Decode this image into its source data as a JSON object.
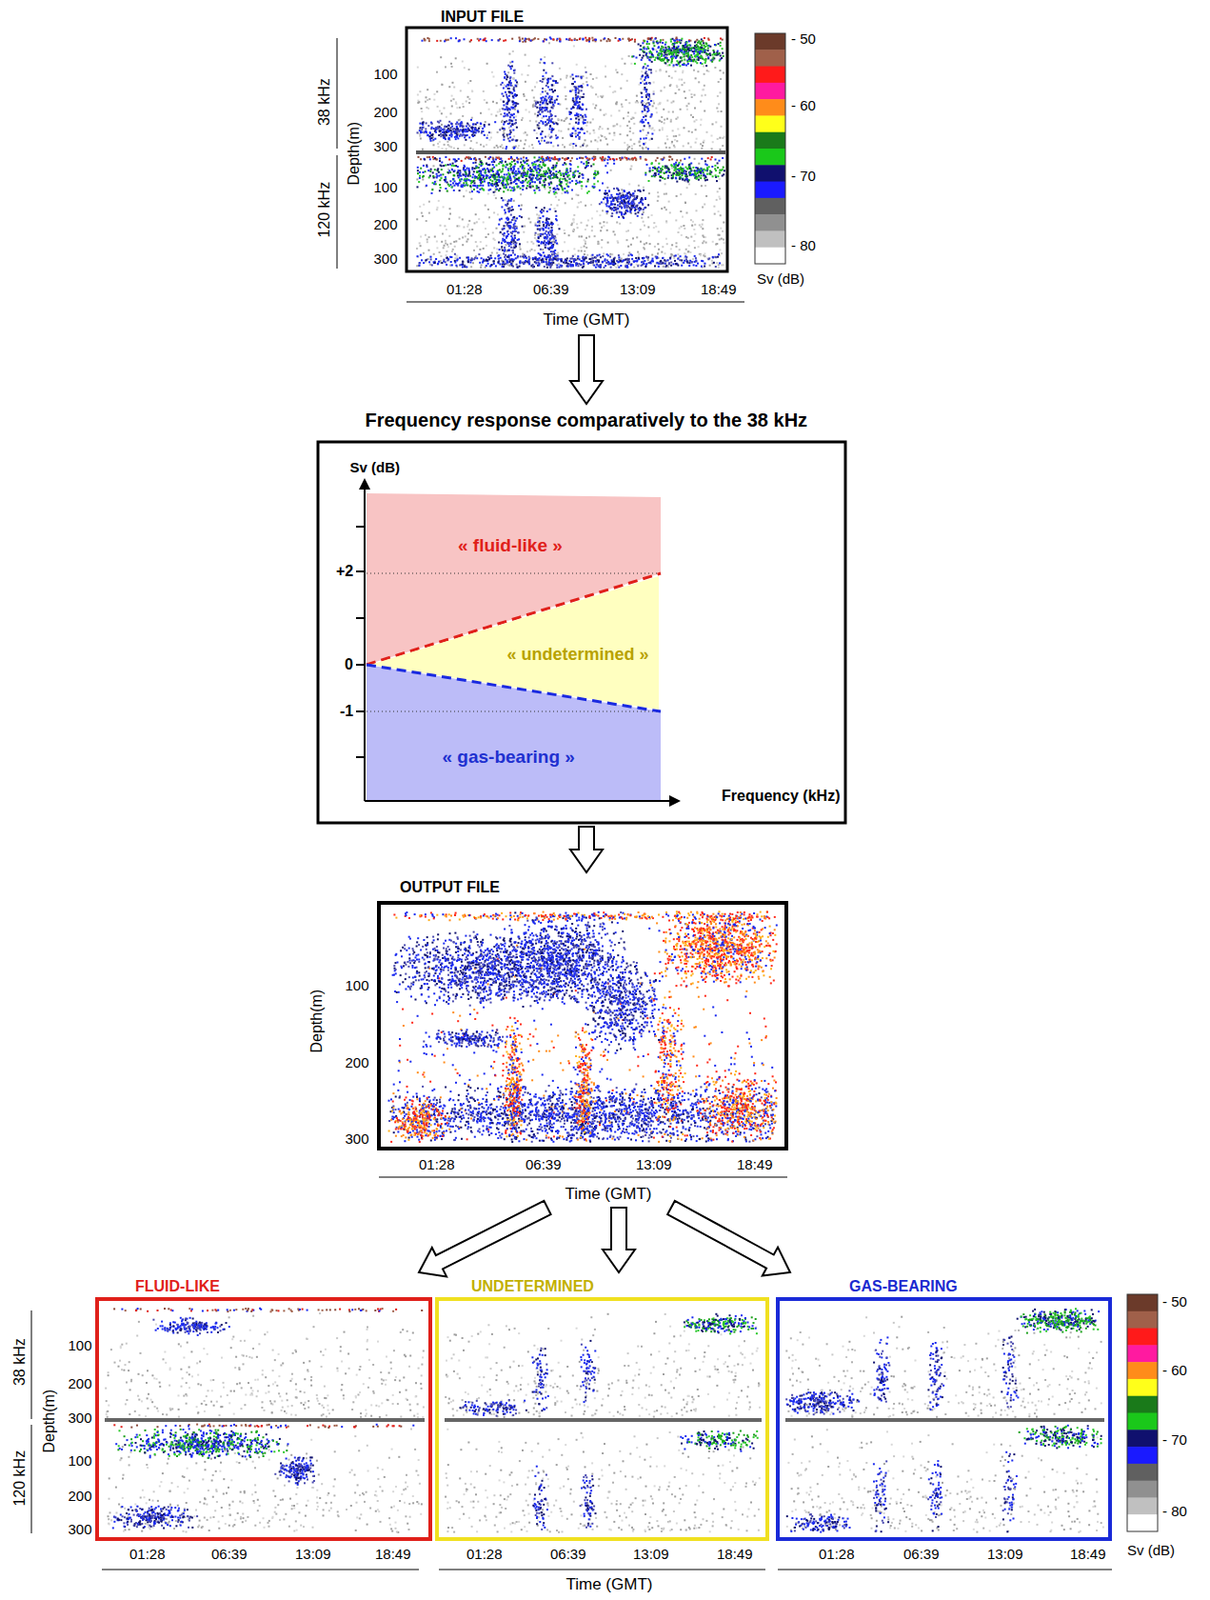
{
  "diagram": {
    "nodes": [
      {
        "text": [
          "INPUT FILE"
        ]
      },
      {
        "text": [
          "Frequency response comparatively to the 38 kHz"
        ]
      },
      {
        "text": [
          "« fluid-like »"
        ],
        "in": 1
      },
      {
        "text": [
          "« undetermined »"
        ],
        "in": 1
      },
      {
        "text": [
          "« gas-bearing »"
        ],
        "in": 1
      },
      {
        "text": [
          "OUTPUT FILE"
        ]
      },
      {
        "text": [
          "FLUID-LIKE"
        ]
      },
      {
        "text": [
          "UNDETERMINED"
        ]
      },
      {
        "text": [
          "GAS-BEARING"
        ]
      }
    ],
    "edges": [
      {
        "from": 0,
        "to": 1,
        "arrow": "to"
      },
      {
        "from": 1,
        "to": 5,
        "arrow": "to"
      },
      {
        "from": 5,
        "to": 6,
        "arrow": "to"
      },
      {
        "from": 5,
        "to": 7,
        "arrow": "to"
      },
      {
        "from": 5,
        "to": 8,
        "arrow": "to"
      }
    ],
    "labels": [
      "38 kHz",
      "120 kHz",
      "Depth(m)",
      "100",
      "200",
      "300",
      "100",
      "200",
      "300",
      "- 50",
      "- 60",
      "- 70",
      "- 80",
      "Sv (dB)",
      "01:28",
      "06:39",
      "13:09",
      "18:49",
      "Time (GMT)",
      "Sv (dB)",
      "+2",
      "0",
      "-1",
      "Frequency (kHz)",
      "Depth(m)",
      "100",
      "200",
      "300",
      "01:28",
      "06:39",
      "13:09",
      "18:49",
      "Time (GMT)",
      "38 kHz",
      "120 kHz",
      "Depth(m)",
      "100",
      "200",
      "300",
      "100",
      "200",
      "300",
      "01:28",
      "06:39",
      "13:09",
      "18:49",
      "01:28",
      "06:39",
      "13:09",
      "18:49",
      "01:28",
      "06:39",
      "13:09",
      "18:49",
      "Time (GMT)",
      "- 50",
      "- 60",
      "- 70",
      "- 80",
      "Sv (dB)"
    ]
  }
}
